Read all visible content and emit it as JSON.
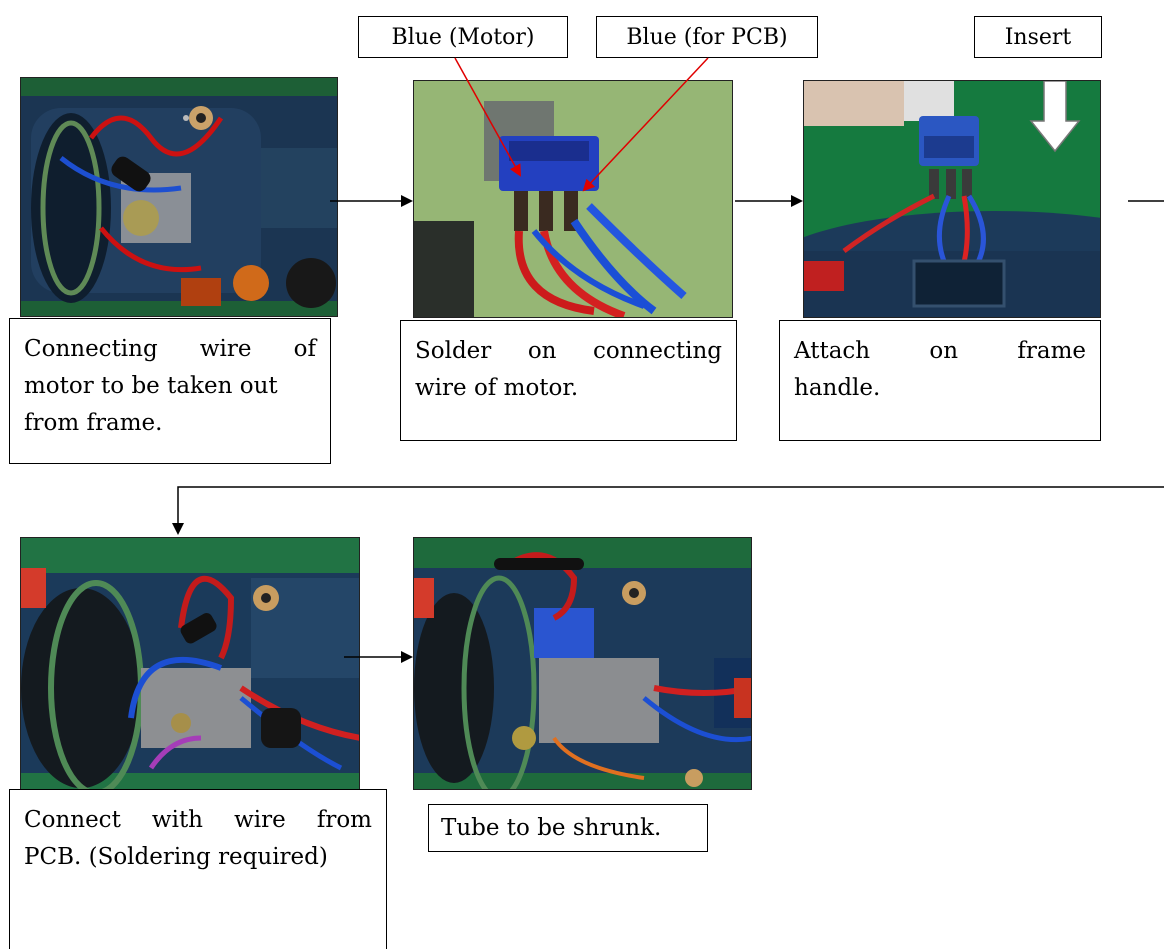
{
  "labels": {
    "blue_motor": "Blue (Motor)",
    "blue_pcb": "Blue (for PCB)",
    "insert": "Insert"
  },
  "steps": [
    {
      "caption_lines": [
        "Connecting wire of",
        "motor to be taken out",
        "from frame."
      ]
    },
    {
      "caption_lines": [
        "Solder on connecting",
        "wire of motor."
      ]
    },
    {
      "caption_lines": [
        "Attach on frame",
        "handle."
      ]
    },
    {
      "caption_lines": [
        "Connect with wire from",
        "PCB. (Soldering required)"
      ]
    },
    {
      "caption_lines": [
        "Tube to be shrunk."
      ]
    }
  ],
  "colors": {
    "pointer_red": "#e00000",
    "photo_green": "#1f6a3a",
    "tool_blue": "#1f3b5a"
  }
}
